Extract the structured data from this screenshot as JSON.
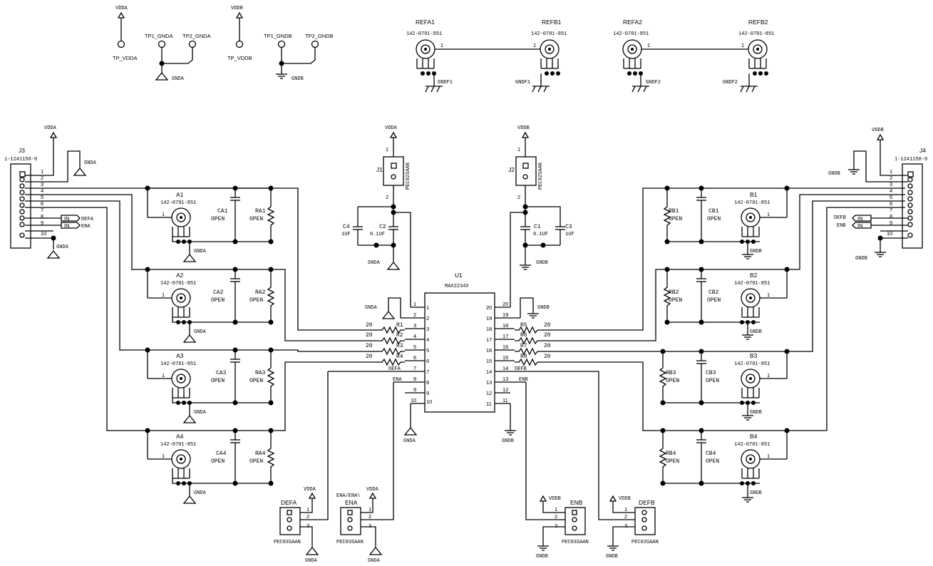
{
  "power": {
    "vdda": "VDDA",
    "vddb": "VDDB",
    "gnda": "GNDA",
    "gndb": "GNDB"
  },
  "testpoints": {
    "tp_vdda": "TP_VDDA",
    "tp1_gnda": "TP1_GNDA",
    "tp2_gnda": "TP2_GNDA",
    "tp_vddb": "TP_VDDB",
    "tp1_gndb": "TP1_GNDB",
    "tp2_gndb": "TP2_GNDB"
  },
  "ref_connectors": {
    "refa1": "REFA1",
    "refb1": "REFB1",
    "refa2": "REFA2",
    "refb2": "REFB2",
    "part": "142-0701-851",
    "gndf1": "GNDF1",
    "gndf2": "GNDF2"
  },
  "j3": {
    "ref": "J3",
    "part": "1-1241150-0",
    "in_tag": "IN",
    "defa": "DEFA",
    "ena": "ENA"
  },
  "j4": {
    "ref": "J4",
    "part": "1-1241150-0",
    "in_tag": "IN",
    "defb": "DEFB",
    "enb": "ENB"
  },
  "headers": {
    "j1": "J1",
    "j2": "J2",
    "part": "PEC02SAAN"
  },
  "caps": {
    "c1": "C1",
    "c2": "C2",
    "c3": "C3",
    "c4": "C4",
    "c_small": "0.1UF",
    "c_big": "1UF"
  },
  "ic": {
    "ref": "U1",
    "part": "MAX2234X",
    "defa": "DEFA",
    "ena": "ENA",
    "defb": "DEFB",
    "enb": "ENB"
  },
  "resistors": {
    "r1": "R1",
    "r2": "R2",
    "r3": "R3",
    "r4": "R4",
    "r5": "R5",
    "r6": "R6",
    "r7": "R7",
    "r8": "R8",
    "value": "20"
  },
  "channels": {
    "a1": "A1",
    "a2": "A2",
    "a3": "A3",
    "a4": "A4",
    "b1": "B1",
    "b2": "B2",
    "b3": "B3",
    "b4": "B4",
    "ca1": "CA1",
    "ca2": "CA2",
    "ca3": "CA3",
    "ca4": "CA4",
    "ra1": "RA1",
    "ra2": "RA2",
    "ra3": "RA3",
    "ra4": "RA4",
    "cb1": "CB1",
    "cb2": "CB2",
    "cb3": "CB3",
    "cb4": "CB4",
    "rb1": "RB1",
    "rb2": "RB2",
    "rb3": "RB3",
    "rb4": "RB4",
    "open": "OPEN"
  },
  "jumpers": {
    "defa": "DEFA",
    "ena": "ENA",
    "ena_alias": "ENA/ENA\\",
    "enb": "ENB",
    "defb": "DEFB",
    "part": "PEC03SAAN"
  }
}
